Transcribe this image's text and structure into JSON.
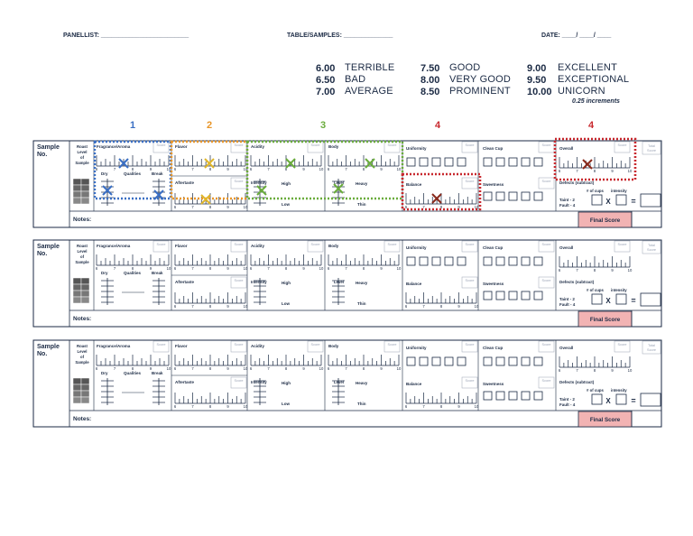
{
  "header": {
    "panellist": "PANELLIST: _________________________",
    "table_samples": "TABLE/SAMPLES: ______________",
    "date": "DATE: ____/ ____/ ____"
  },
  "legend": [
    {
      "num": "6.00",
      "label": "TERRIBLE"
    },
    {
      "num": "6.50",
      "label": "BAD"
    },
    {
      "num": "7.00",
      "label": "AVERAGE"
    },
    {
      "num": "7.50",
      "label": "GOOD"
    },
    {
      "num": "8.00",
      "label": "VERY GOOD"
    },
    {
      "num": "8.50",
      "label": "PROMINENT"
    },
    {
      "num": "9.00",
      "label": "EXCELLENT"
    },
    {
      "num": "9.50",
      "label": "EXCEPTIONAL"
    },
    {
      "num": "10.00",
      "label": "UNICORN"
    }
  ],
  "increments": "0.25 increments",
  "group_numbers": [
    {
      "label": "1",
      "color": "#3a6fc4"
    },
    {
      "label": "2",
      "color": "#e8962a"
    },
    {
      "label": "3",
      "color": "#6aac3c"
    },
    {
      "label": "4",
      "color": "#c8282e"
    },
    {
      "label": "4",
      "color": "#c8282e"
    }
  ],
  "form": {
    "sample_no": "Sample No.",
    "roast_level": "Roast Level of Sample",
    "fragrance": "Fragrance/Aroma",
    "dry": "Dry",
    "qualities": "Qualities",
    "break": "Break",
    "flavor": "Flavor",
    "aftertaste": "Aftertaste",
    "acidity": "Acidity",
    "intensity": "Intensity",
    "high": "High",
    "low": "Low",
    "body": "Body",
    "level": "Level",
    "heavy": "Heavy",
    "thin": "Thin",
    "uniformity": "Uniformity",
    "balance": "Balance",
    "clean_cup": "Clean Cup",
    "sweetness": "Sweetness",
    "overall": "Overall",
    "defects": "Defects (subtract)",
    "taint": "Taint - 2",
    "fault": "Fault - 4",
    "num_cups": "# of cups",
    "intensity_small": "intensity",
    "times": "X",
    "equals": "=",
    "score": "Score",
    "total_score": "Total Score",
    "notes": "Notes:",
    "final_score": "Final Score",
    "scale_ticks": [
      "6",
      "7",
      "8",
      "9",
      "10"
    ]
  },
  "colors": {
    "ink": "#1b2a44",
    "blue": "#3a6fc4",
    "orange": "#e8962a",
    "green": "#6aac3c",
    "red": "#c8282e",
    "final_bg": "#f2b3b3",
    "yellow": "#e0b62a",
    "darkred": "#8a2a1c"
  }
}
